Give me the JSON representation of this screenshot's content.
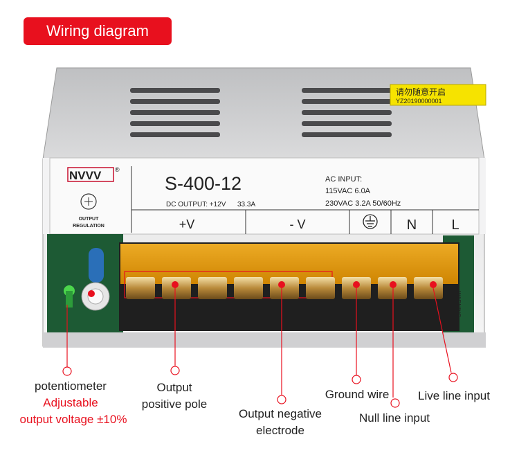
{
  "header": {
    "title": "Wiring diagram"
  },
  "product": {
    "brand": "NVVV",
    "registered_mark": "®",
    "model": "S-400-12",
    "dc_output_label": "DC OUTPUT: +12V",
    "dc_output_current": "33.3A",
    "regulation_line1": "OUTPUT",
    "regulation_line2": "REGULATION",
    "ac_input_title": "AC INPUT:",
    "ac_line1": "115VAC   6.0A",
    "ac_line2": "230VAC   3.2A     50/60Hz",
    "warning_sticker_line1": "请勿随意开启",
    "warning_sticker_line2": "YZ20190000001",
    "side_warning": "WARNING"
  },
  "terminals": {
    "plus_v": "+V",
    "minus_v": "- V",
    "neutral": "N",
    "live": "L"
  },
  "callouts": {
    "potentiometer": "potentiometer",
    "adjustable": "Adjustable",
    "output_voltage": "output voltage ±10%",
    "output_positive_1": "Output",
    "output_positive_2": "positive pole",
    "output_negative_1": "Output  negative",
    "output_negative_2": "electrode",
    "ground_wire": "Ground wire",
    "null_line": "Null line input",
    "live_line": "Live line input"
  },
  "colors": {
    "accent": "#e8101e",
    "terminal_cover": "#f2a000",
    "pcb": "#1d5a34",
    "case": "#d9d9d9"
  }
}
